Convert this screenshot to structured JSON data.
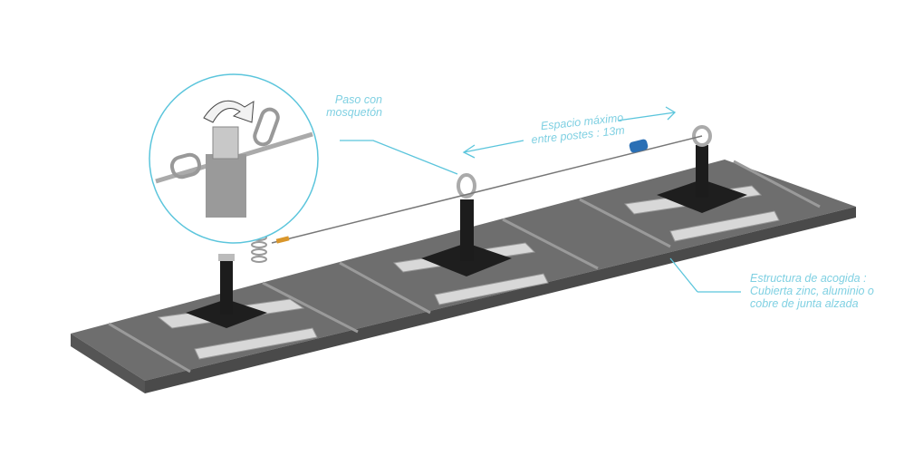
{
  "labels": {
    "carabiner_passage": [
      "Paso con",
      "mosquetón"
    ],
    "max_spacing": [
      "Espacio máximo",
      "entre postes : 13m"
    ],
    "support_structure": [
      "Estructura de acogida :",
      "Cubierta zinc, aluminio o",
      "cobre de junta alzada"
    ]
  },
  "colors": {
    "accent": "#5bc5dc",
    "roof": "#6e6e6e",
    "post": "#1c1c1c",
    "absorber": "#2a6fb5"
  }
}
